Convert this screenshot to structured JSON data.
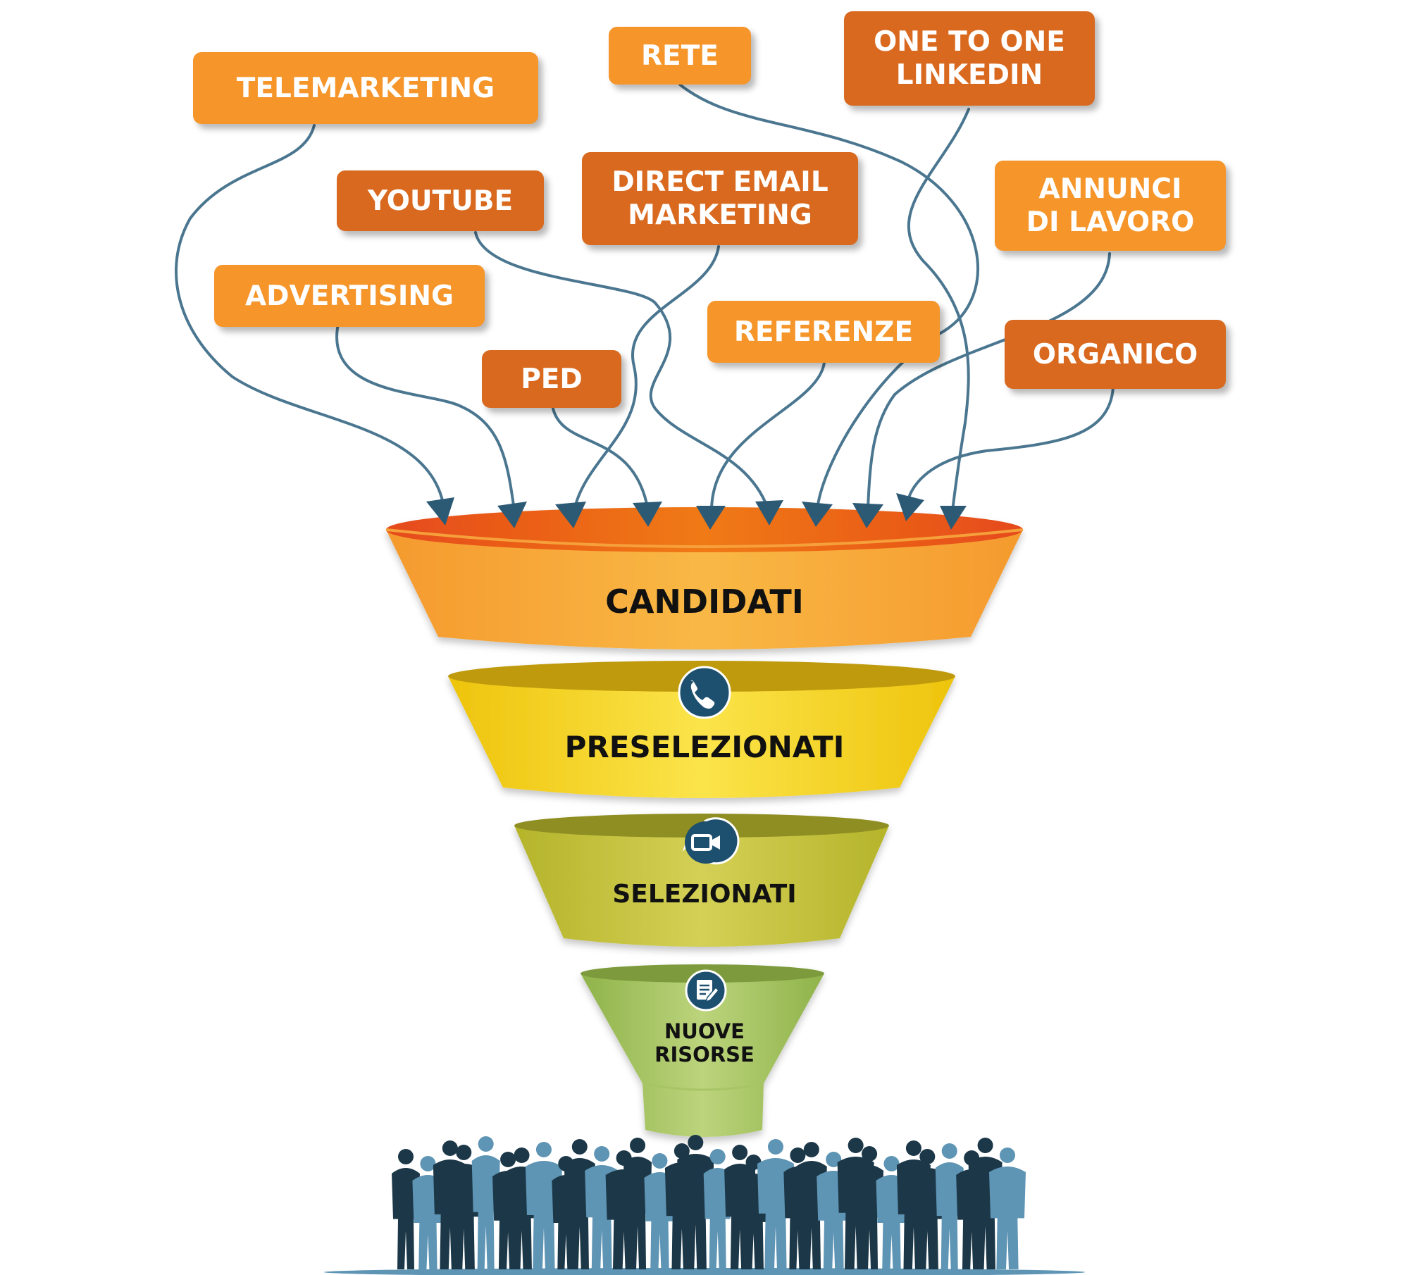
{
  "sources": [
    {
      "id": "telemarketing",
      "label": "TELEMARKETING",
      "tone": "light"
    },
    {
      "id": "rete",
      "label": "RETE",
      "tone": "light"
    },
    {
      "id": "one-to-one-linkedin",
      "label": "ONE TO ONE\nLINKEDIN",
      "tone": "dark"
    },
    {
      "id": "youtube",
      "label": "YOUTUBE",
      "tone": "dark"
    },
    {
      "id": "direct-email-marketing",
      "label": "DIRECT EMAIL\nMARKETING",
      "tone": "dark"
    },
    {
      "id": "annunci-di-lavoro",
      "label": "ANNUNCI\nDI LAVORO",
      "tone": "light"
    },
    {
      "id": "advertising",
      "label": "ADVERTISING",
      "tone": "light"
    },
    {
      "id": "ped",
      "label": "PED",
      "tone": "dark"
    },
    {
      "id": "referenze",
      "label": "REFERENZE",
      "tone": "light"
    },
    {
      "id": "organico",
      "label": "ORGANICO",
      "tone": "dark"
    }
  ],
  "funnel": {
    "stages": [
      {
        "id": "candidati",
        "label": "CANDIDATI",
        "icon": null
      },
      {
        "id": "preselezionati",
        "label": "PRESELEZIONATI",
        "icon": "phone-icon"
      },
      {
        "id": "selezionati",
        "label": "SELEZIONATI",
        "icon": "video-call-icon"
      },
      {
        "id": "nuove-risorse",
        "label": "NUOVE\nRISORSE",
        "icon": "document-edit-icon"
      }
    ]
  },
  "colors": {
    "box_light": "#f5952a",
    "box_dark": "#d9691f",
    "arrow": "#4a7690",
    "rim": "#ee5a1c",
    "stage1": "#f7ad3a",
    "stage2": "#f3cf1c",
    "stage3": "#c6c23b",
    "stage4": "#a5bf5c",
    "icon_circle": "#1d4f6e",
    "people_dark": "#1c3848",
    "people_light": "#5e94b4"
  },
  "people_icon": "crowd-silhouette-icon"
}
